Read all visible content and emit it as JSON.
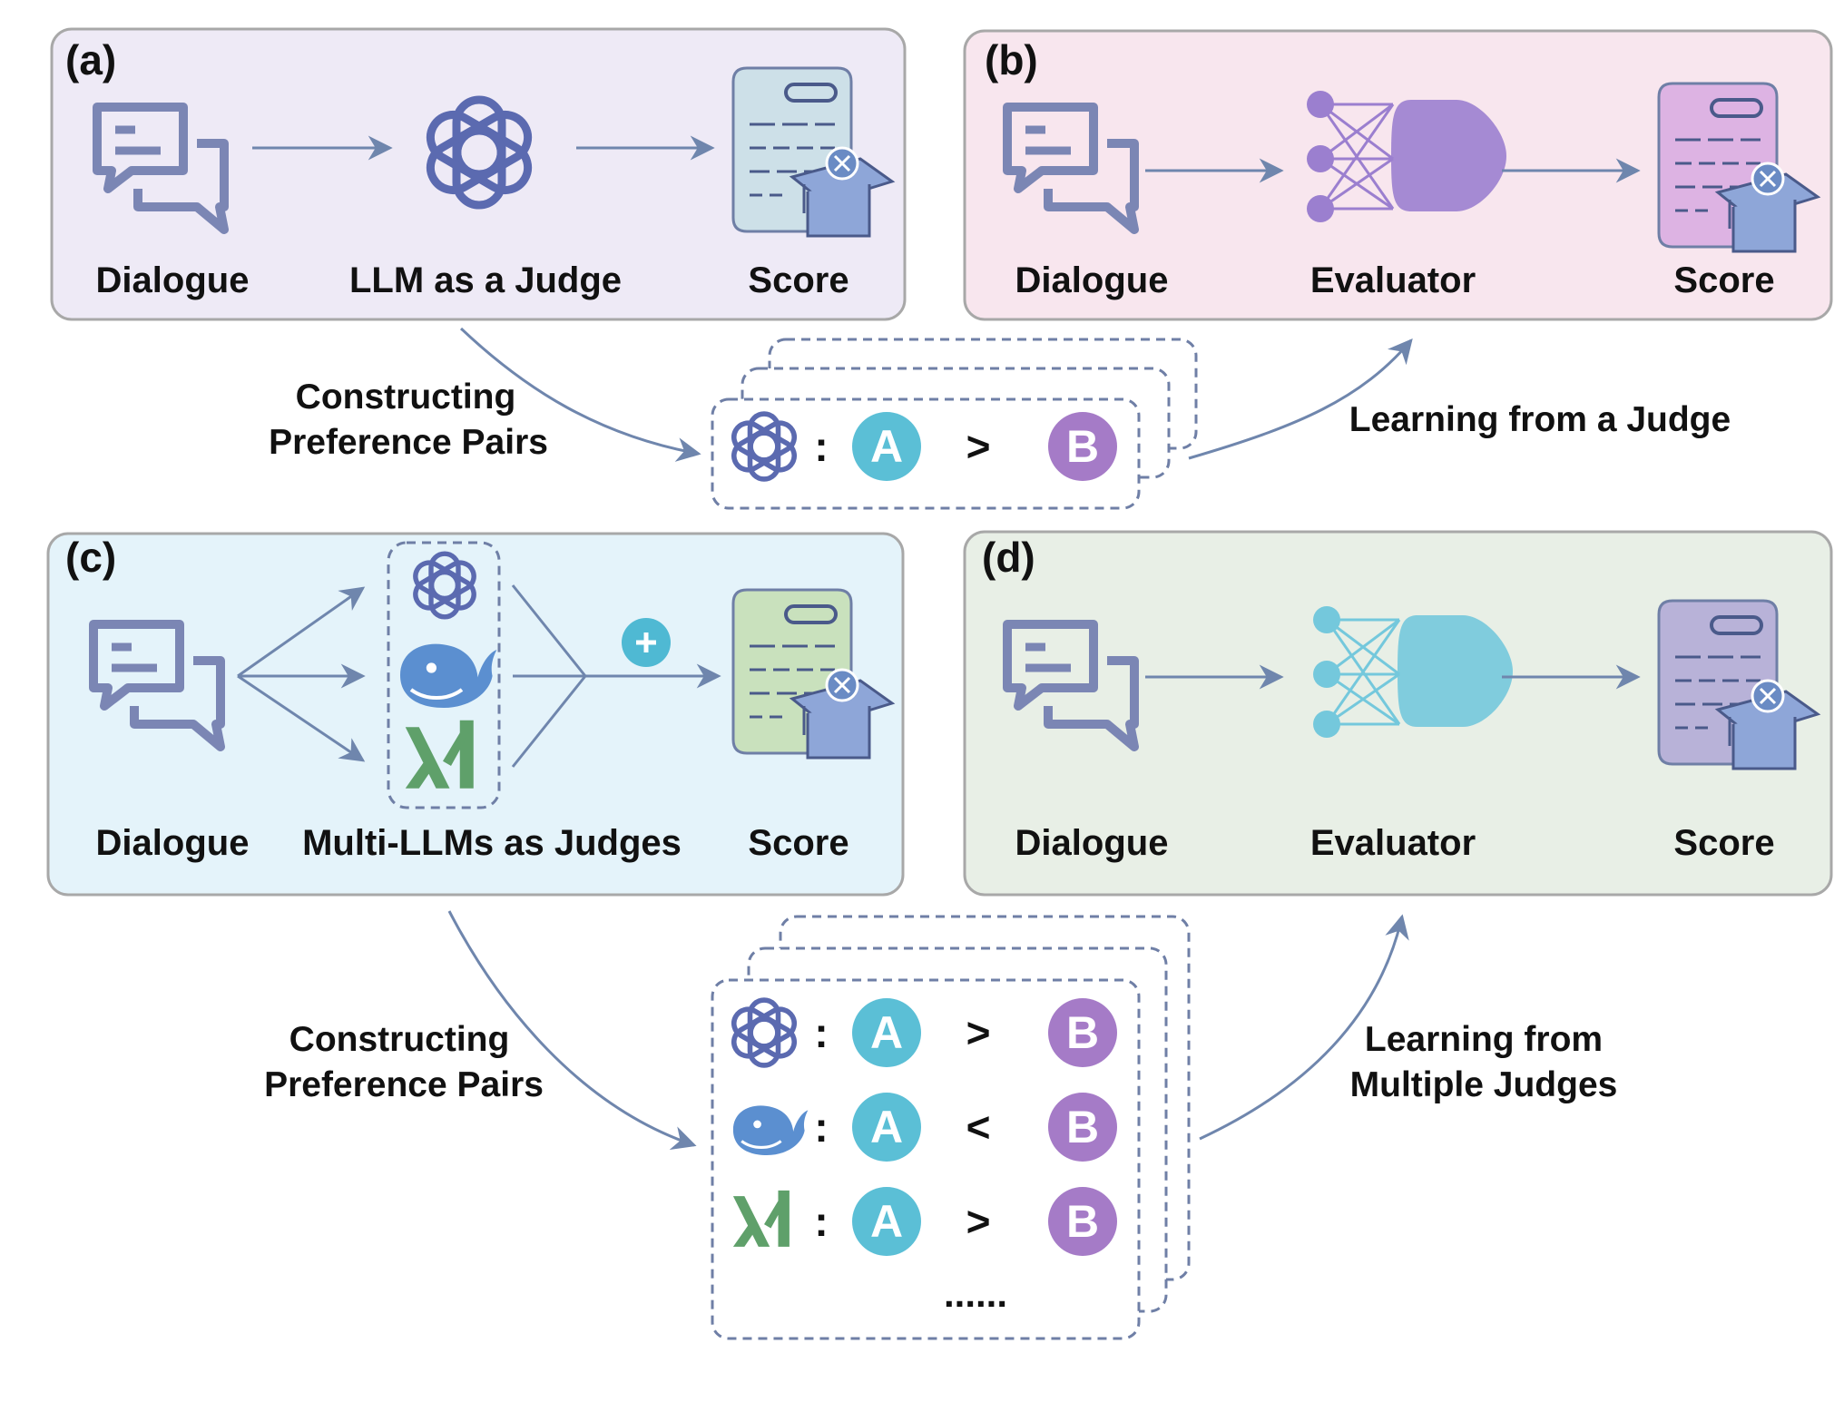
{
  "colors": {
    "panel_a": "#eeeaf6",
    "panel_b": "#f8e6ee",
    "panel_c": "#e4f3fa",
    "panel_d": "#e8efe6",
    "panel_border": "#a8a8a8",
    "flow_arrow": "#6f86ad",
    "icon_stroke": "#7b86b4",
    "circle_a": "#5bbfd6",
    "circle_b": "#a57bc7",
    "dashed": "#6f7fa6"
  },
  "panels": {
    "a": {
      "tag": "(a)",
      "labels": [
        "Dialogue",
        "LLM as a Judge",
        "Score"
      ]
    },
    "b": {
      "tag": "(b)",
      "labels": [
        "Dialogue",
        "Evaluator",
        "Score"
      ]
    },
    "c": {
      "tag": "(c)",
      "labels": [
        "Dialogue",
        "Multi-LLMs as Judges",
        "Score"
      ]
    },
    "d": {
      "tag": "(d)",
      "labels": [
        "Dialogue",
        "Evaluator",
        "Score"
      ]
    }
  },
  "connectors": {
    "top_left": [
      "Constructing",
      "Preference Pairs"
    ],
    "top_right": [
      "Learning from a Judge"
    ],
    "bottom_left": [
      "Constructing",
      "Preference Pairs"
    ],
    "bottom_right": [
      "Learning from",
      "Multiple Judges"
    ]
  },
  "preferences_single": [
    {
      "judge_icon": "openai-icon",
      "left": "A",
      "op": ">",
      "right": "B"
    }
  ],
  "preferences_multi": [
    {
      "judge_icon": "openai-icon",
      "left": "A",
      "op": ">",
      "right": "B"
    },
    {
      "judge_icon": "deepseek-whale-icon",
      "left": "A",
      "op": "<",
      "right": "B"
    },
    {
      "judge_icon": "xai-icon",
      "left": "A",
      "op": ">",
      "right": "B"
    }
  ],
  "ellipsis": "......",
  "separator": ":"
}
